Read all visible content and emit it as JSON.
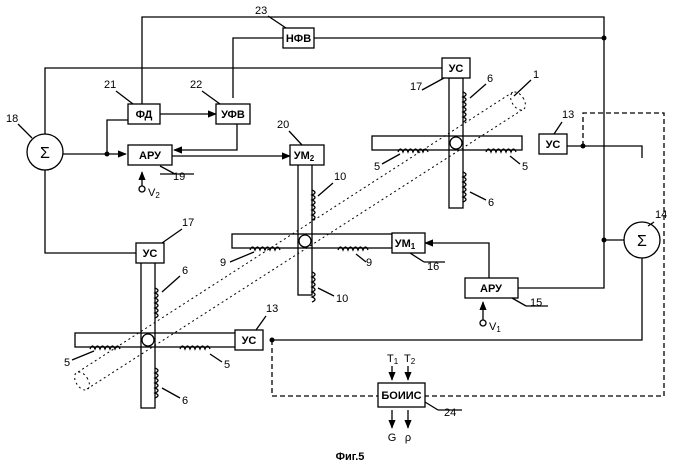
{
  "blocks": {
    "nfv": "НФВ",
    "fd": "ФД",
    "ufv": "УФВ",
    "aru_left": "АРУ",
    "um2": "УМ",
    "um2_sub": "2",
    "um1": "УМ",
    "um1_sub": "1",
    "aru_right": "АРУ",
    "us_top_right": "УС",
    "us_right": "УС",
    "us_left": "УС",
    "us_bottom": "УС",
    "boiis": "БОИИС",
    "sum_left": "Σ",
    "sum_right": "Σ"
  },
  "inputs": {
    "v2": "V",
    "v2_sub": "2",
    "v1": "V",
    "v1_sub": "1",
    "t1": "T",
    "t1_sub": "1",
    "t2": "T",
    "t2_sub": "2"
  },
  "outputs": {
    "g": "G",
    "rho": "ρ"
  },
  "numbers": {
    "n1": "1",
    "n5a": "5",
    "n5b": "5",
    "n5c": "5",
    "n5d": "5",
    "n6a": "6",
    "n6b": "6",
    "n6c": "6",
    "n6d": "6",
    "n9a": "9",
    "n9b": "9",
    "n10a": "10",
    "n10b": "10",
    "n13a": "13",
    "n13b": "13",
    "n14": "14",
    "n15": "15",
    "n16": "16",
    "n17a": "17",
    "n17b": "17",
    "n18": "18",
    "n19": "19",
    "n20": "20",
    "n21": "21",
    "n22": "22",
    "n23": "23",
    "n24": "24"
  },
  "caption": "Фиг.5"
}
